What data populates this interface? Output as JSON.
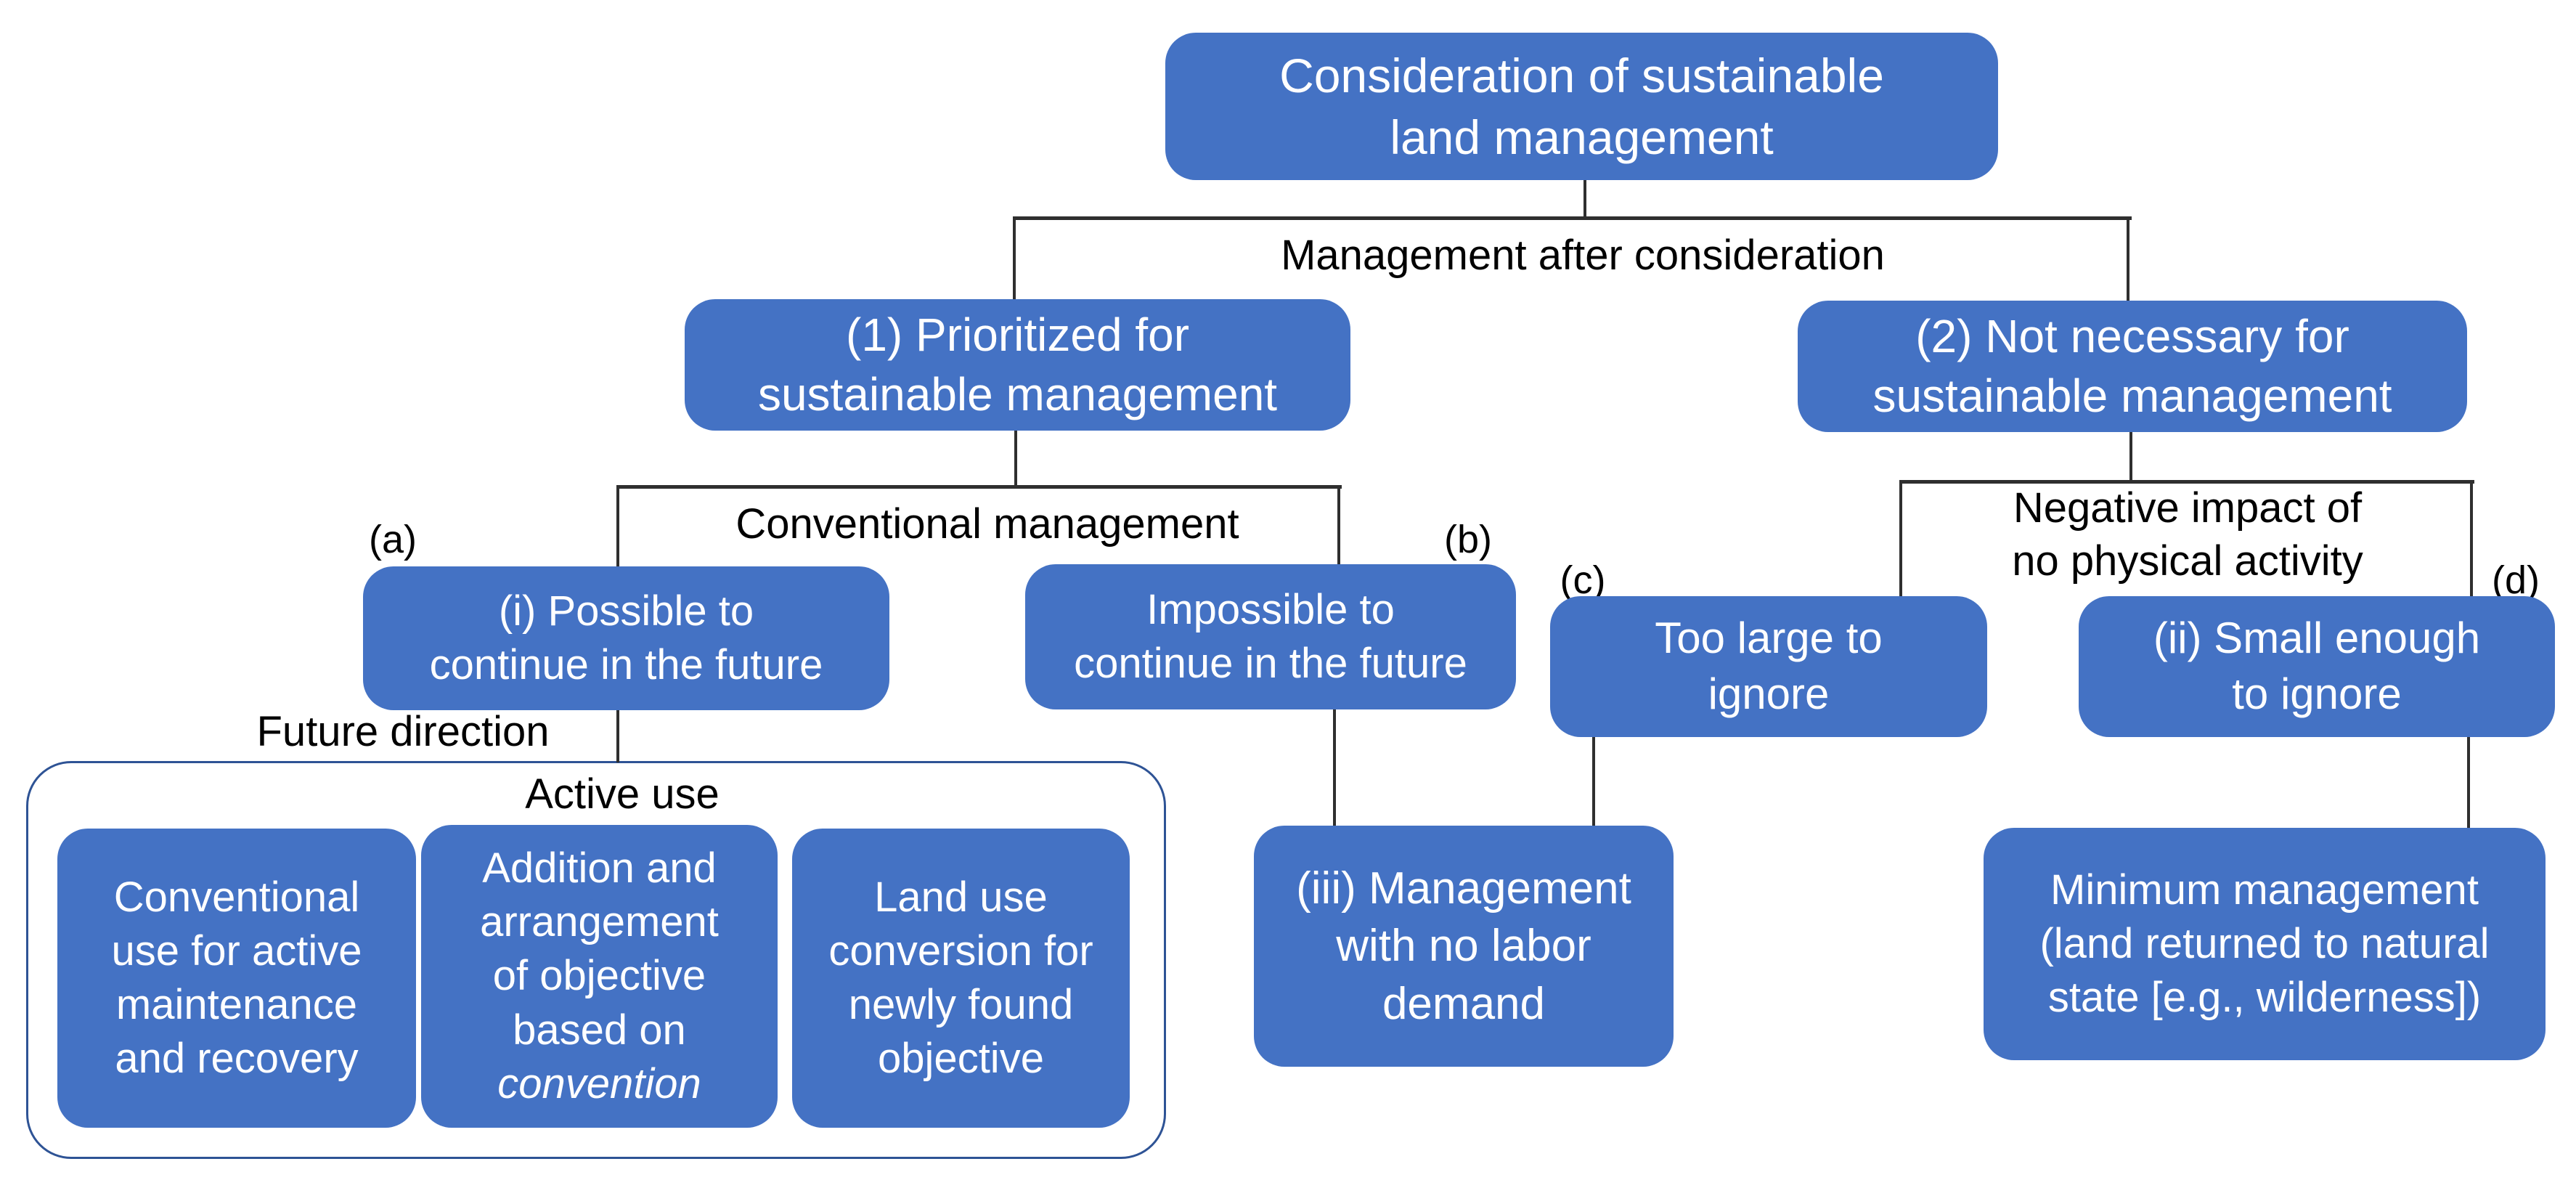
{
  "colors": {
    "box_blue": "#4472C4",
    "box_text": "#ffffff",
    "line": "#2f2f2f",
    "container_border": "#2e5395",
    "label_text": "#000000",
    "bg": "#ffffff"
  },
  "nodes": {
    "consideration": {
      "text": "Consideration of sustainable\nland management"
    },
    "prioritized": {
      "text": "(1) Prioritized for\nsustainable management"
    },
    "not_necessary": {
      "text": "(2) Not necessary for\nsustainable management"
    },
    "possible": {
      "text": "(i) Possible to\ncontinue in the future"
    },
    "impossible": {
      "text": "Impossible to\ncontinue in the future"
    },
    "too_large": {
      "text": "Too large to\nignore"
    },
    "small_enough": {
      "text": "(ii) Small enough\nto ignore"
    },
    "no_labor": {
      "text": "(iii) Management\nwith no labor\ndemand"
    },
    "minimum": {
      "text": "Minimum management\n(land returned to natural\nstate [e.g., wilderness])"
    },
    "conventional_use": {
      "text": "Conventional\nuse for active\nmaintenance\nand recovery"
    },
    "addition": {
      "text": "Addition and\narrangement\nof objective\nbased on",
      "italic_text": "convention"
    },
    "land_use": {
      "text": "Land use\nconversion for\nnewly found\nobjective"
    }
  },
  "labels": {
    "management_after": "Management after consideration",
    "conventional_management": "Conventional management",
    "negative_impact": "Negative impact of\nno physical activity",
    "future_direction": "Future direction",
    "active_use": "Active use",
    "a": "(a)",
    "b": "(b)",
    "c": "(c)",
    "d": "(d)"
  }
}
